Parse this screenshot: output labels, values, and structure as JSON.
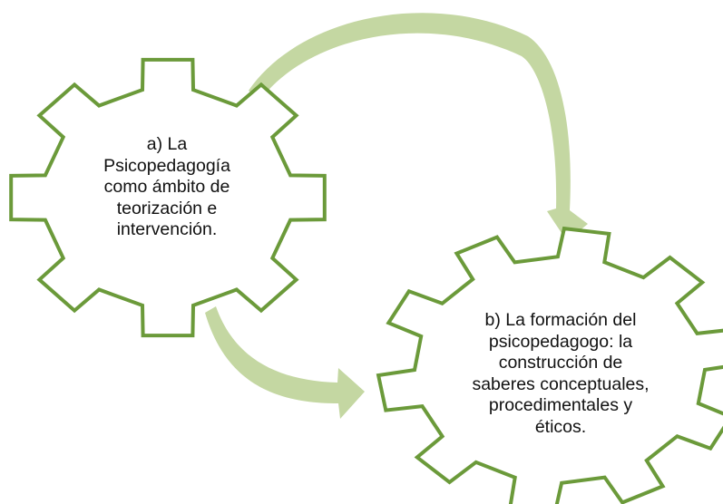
{
  "colors": {
    "gear_stroke": "#6b9a3a",
    "gear_fill": "#ffffff",
    "arrow_fill": "#c4d7a2",
    "text": "#111111"
  },
  "nodes": [
    {
      "id": "a",
      "text": "a)  La\nPsicopedagogía\ncomo ámbito de\nteorización e\nintervención."
    },
    {
      "id": "b",
      "text": "b) La formación del\npsicopedagogo: la\nconstrucción de\nsaberes conceptuales,\nprocedimentales y\néticos."
    }
  ],
  "connectors": [
    {
      "from": "a",
      "to": "b",
      "icon": "curved-arrow"
    },
    {
      "from": "a",
      "to": "b",
      "icon": "curved-arrow"
    }
  ]
}
